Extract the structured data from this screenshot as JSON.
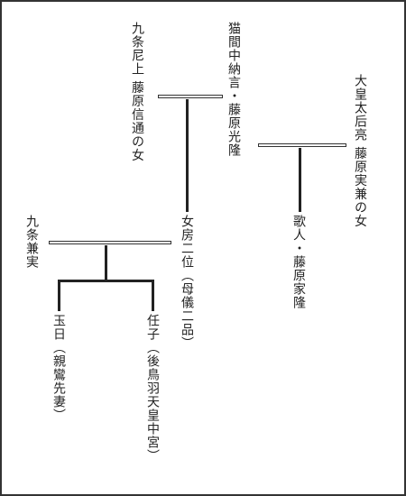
{
  "genealogy": {
    "kujo_ama_ue": [
      "九条尼上",
      "藤原信通の女"
    ],
    "fujiwara_mitsutaka": [
      "猫間中納言・藤原光隆"
    ],
    "kotaigo_ryo": [
      "大皇太后亮",
      "藤原実兼の女"
    ],
    "nyobo_nii": [
      "女房二位（母儀二品）"
    ],
    "fujiwara_ietaka": [
      "歌人・藤原家隆"
    ],
    "kujo_kanezane": [
      "九条兼実"
    ],
    "gyokujitsu": [
      "玉日（親鸞先妻）"
    ],
    "ninshi": [
      "任子（後鳥羽天皇中宮）"
    ]
  }
}
